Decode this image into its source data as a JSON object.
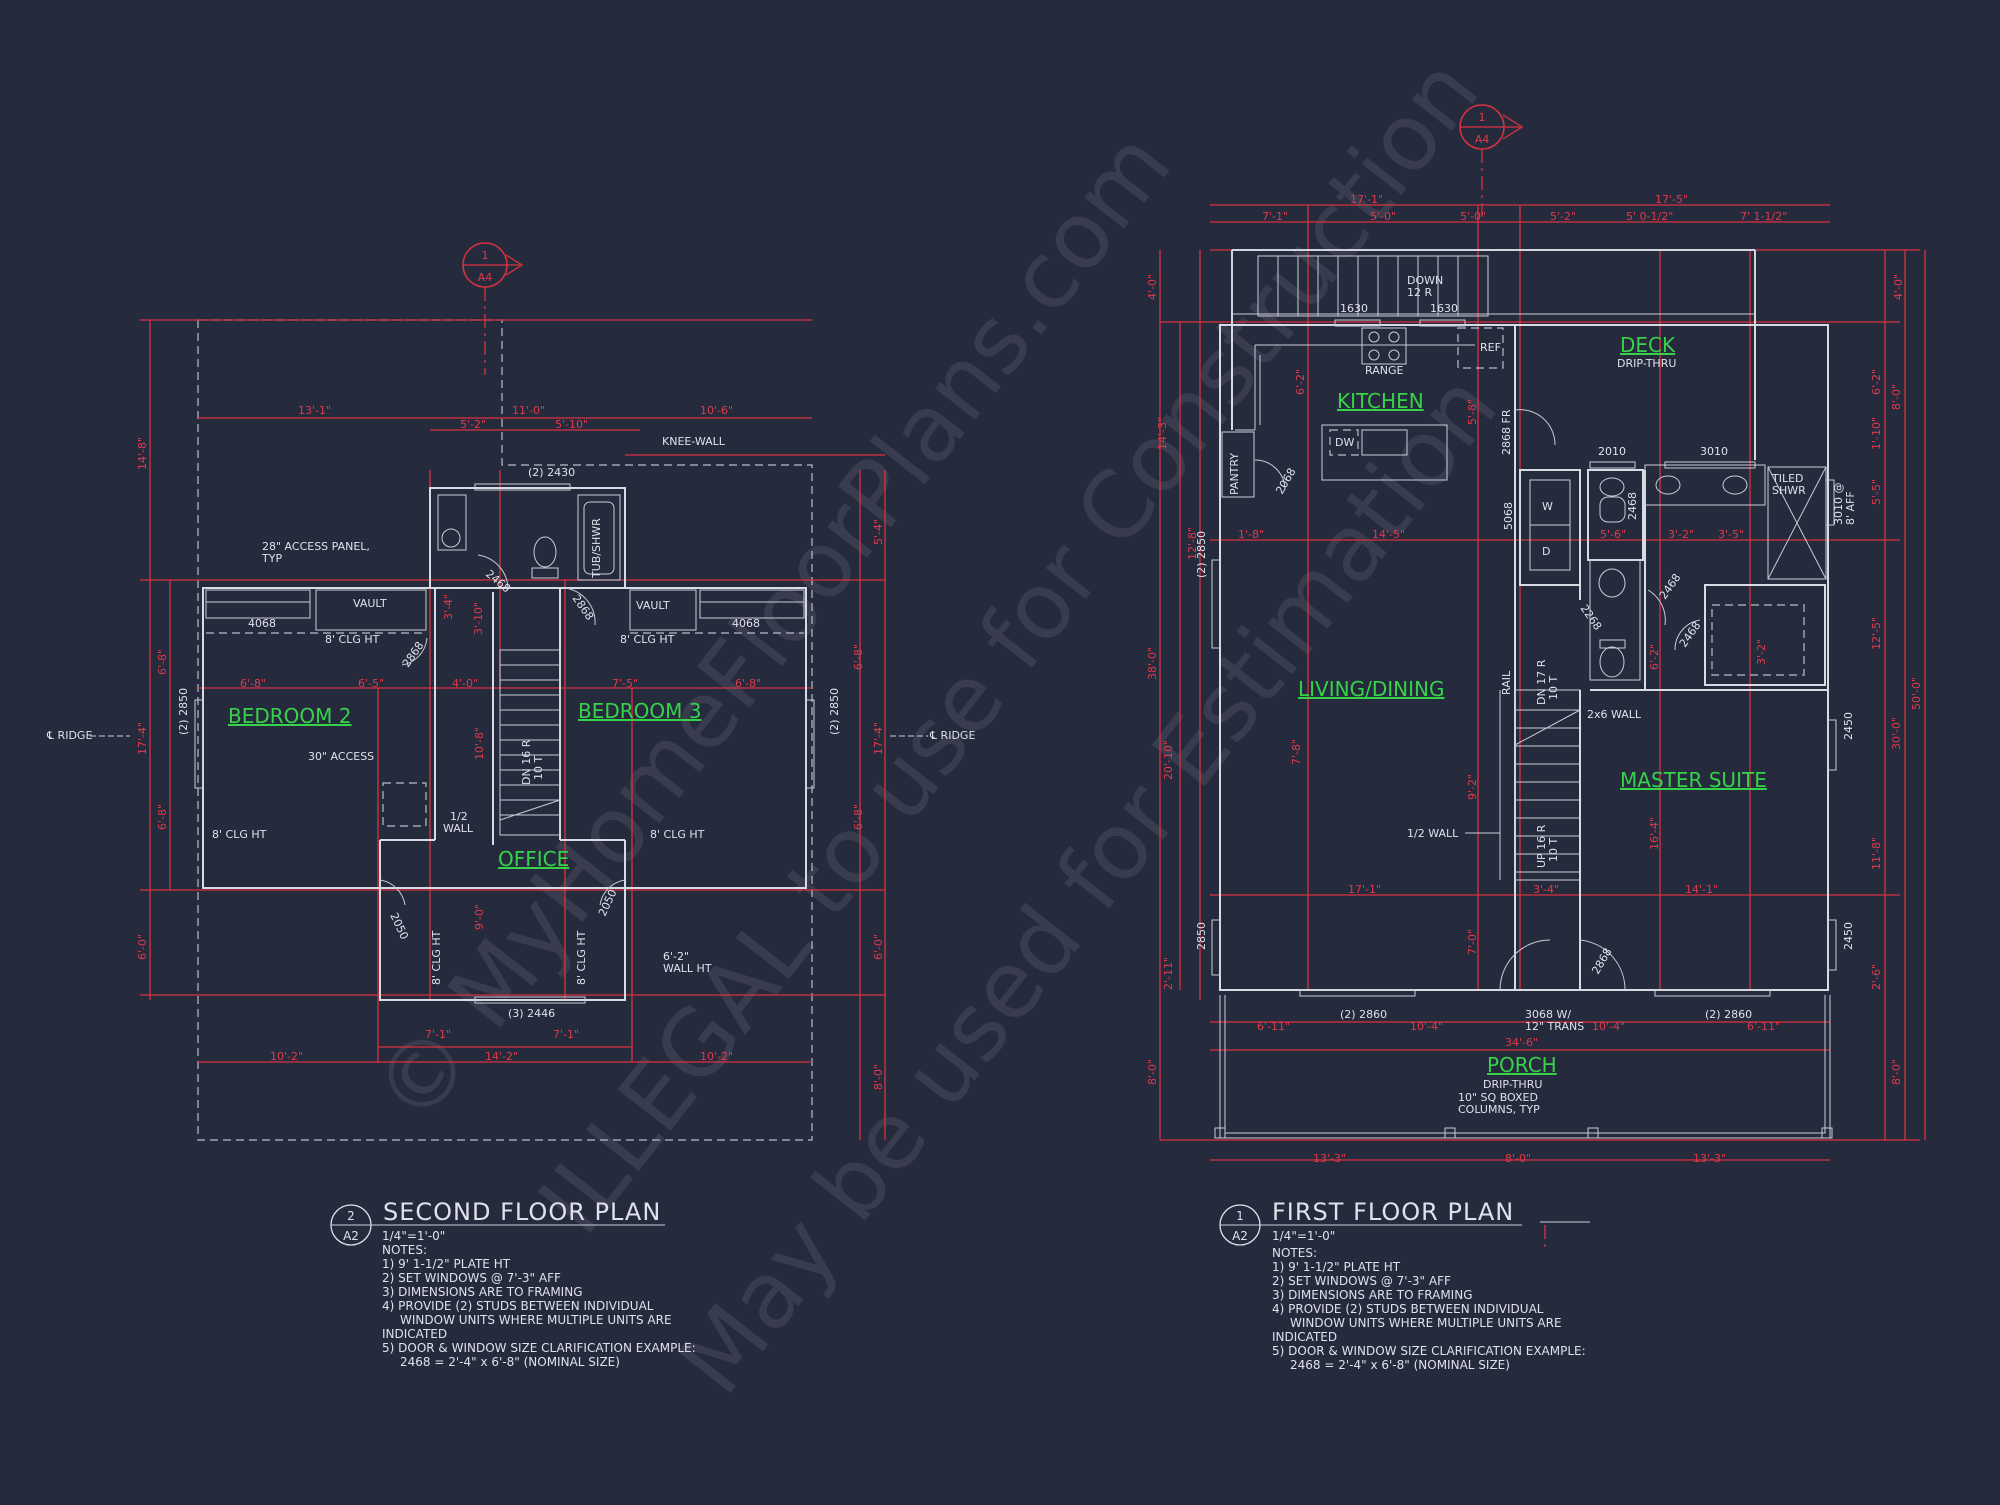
{
  "watermark": {
    "line1": "© MyHomeFloorPlans.com",
    "line2": "ILLEGAL to use for Construction",
    "line3": "May be used for Estimation"
  },
  "second_floor": {
    "title": "SECOND FLOOR PLAN",
    "tag_num": "2",
    "tag_sheet": "A2",
    "section_num": "1",
    "section_sheet": "A4",
    "scale": "1/4\"=1'-0\"",
    "rooms": {
      "bedroom2": "BEDROOM 2",
      "bedroom3": "BEDROOM 3",
      "office": "OFFICE"
    },
    "labels": {
      "access_panel_1": "28\" ACCESS PANEL,",
      "access_panel_2": "TYP",
      "knee_wall": "KNEE-WALL",
      "window_top": "(2) 2430",
      "tub": "TUB/SHWR",
      "vault_l": "VAULT",
      "vault_r": "VAULT",
      "clg_l": "8' CLG HT",
      "clg_r": "8' CLG HT",
      "door_l": "4068",
      "door_r": "4068",
      "door_2868_l": "2868",
      "door_2868_r": "2868",
      "door_2468": "2468",
      "window_l": "(2) 2850",
      "window_r": "(2) 2850",
      "ridge_l": "℄ RIDGE",
      "ridge_r": "℄ RIDGE",
      "access_30": "30\" ACCESS",
      "clg_bl": "8' CLG HT",
      "clg_br": "8' CLG HT",
      "half_wall_1": "1/2",
      "half_wall_2": "WALL",
      "stair": "DN 16 R",
      "stair2": "10 T",
      "door_2050_l": "2050",
      "door_2050_r": "2050",
      "clg_office_l": "8' CLG HT",
      "clg_office_r": "8' CLG HT",
      "wall_ht_1": "6'-2\"",
      "wall_ht_2": "WALL HT",
      "window_bottom": "(3) 2446"
    },
    "dims": {
      "top_overall": "13'-1\"",
      "top_mid": "11'-0\"",
      "top_right": "10'-6\"",
      "top_a": "5'-2\"",
      "top_b": "5'-10\"",
      "row2_a": "6'-8\"",
      "row2_b": "6'-5\"",
      "row2_c": "4'-0\"",
      "row2_d": "7'-5\"",
      "row2_e": "6'-8\"",
      "bot_a": "7'-1\"",
      "bot_b": "7'-1\"",
      "bot_l": "10'-2\"",
      "bot_mid": "14'-2\"",
      "bot_r": "10'-2\"",
      "left_a": "14'-8\"",
      "left_b": "6'-8\"",
      "left_c": "17'-4\"",
      "left_d": "6'-8\"",
      "left_e": "6'-0\"",
      "right_a": "5'-4\"",
      "right_b": "6'-8\"",
      "right_c": "17'-4\"",
      "right_d": "6'-8\"",
      "right_e": "6'-0\"",
      "right_f": "8'-0\"",
      "in_a": "3'-4\"",
      "in_b": "3'-10\"",
      "in_c": "10'-8\"",
      "in_d": "9'-0\""
    },
    "notes": [
      "NOTES:",
      "1) 9' 1-1/2\" PLATE HT",
      "2) SET WINDOWS @ 7'-3\" AFF",
      "3) DIMENSIONS ARE TO FRAMING",
      "4) PROVIDE (2) STUDS BETWEEN INDIVIDUAL",
      "    WINDOW UNITS WHERE MULTIPLE UNITS ARE",
      "INDICATED",
      "5) DOOR & WINDOW SIZE CLARIFICATION EXAMPLE:",
      "    2468 = 2'-4\" x 6'-8\" (NOMINAL SIZE)"
    ]
  },
  "first_floor": {
    "title": "FIRST FLOOR PLAN",
    "tag_num": "1",
    "tag_sheet": "A2",
    "section_num": "1",
    "section_sheet": "A4",
    "scale": "1/4\"=1'-0\"",
    "rooms": {
      "kitchen": "KITCHEN",
      "deck": "DECK",
      "living": "LIVING/DINING",
      "master": "MASTER SUITE",
      "porch": "PORCH"
    },
    "labels": {
      "down": "DOWN",
      "down_r": "12 R",
      "win_1630_a": "1630",
      "win_1630_b": "1630",
      "range": "RANGE",
      "ref": "REF",
      "deck_drip": "DRIP-THRU",
      "pantry": "PANTRY",
      "dw": "DW",
      "door_2068": "2068",
      "door_2868fr": "2868 FR",
      "win_2010": "2010",
      "win_3010": "3010",
      "tiled_1": "TILED",
      "tiled_2": "SHWR",
      "win_3010_side": "3010 @",
      "win_3010_side2": "8' AFF",
      "washer": "W",
      "dryer": "D",
      "door_5068": "5068",
      "door_2468_a": "2468",
      "door_2468_b": "2468",
      "door_2468_c": "2468",
      "door_2268": "2268",
      "win_2850_l": "(2) 2850",
      "rail": "RAIL",
      "dn_17": "DN 17 R",
      "dn_17t": "10 T",
      "wall_2x6": "2x6 WALL",
      "win_2450_a": "2450",
      "win_2450_b": "2450",
      "half_wall": "1/2 WALL",
      "up_16": "UP 16 R",
      "up_16t": "10 T",
      "win_2850_b": "2850",
      "door_2868": "2868",
      "win_2860_l": "(2) 2860",
      "win_2860_r": "(2) 2860",
      "entry_1": "3068 W/",
      "entry_2": "12\" TRANS",
      "porch_drip": "DRIP-THRU",
      "columns_1": "10\" SQ BOXED",
      "columns_2": "COLUMNS, TYP"
    },
    "dims": {
      "top_l": "17'-1\"",
      "top_r": "17'-5\"",
      "t_a": "7'-1\"",
      "t_b": "5'-0\"",
      "t_c": "5'-0\"",
      "t_d": "5'-2\"",
      "t_e": "5' 0-1/2\"",
      "t_f": "7' 1-1/2\"",
      "k_a": "6'-2\"",
      "k_b": "5'-8\"",
      "k_c": "14'-5\"",
      "k_d": "1'-8\"",
      "m_a": "3'-2\"",
      "m_b": "3'-5\"",
      "m_c": "5'-6\"",
      "l_a": "17'-1\"",
      "l_b": "3'-4\"",
      "l_c": "14'-1\"",
      "p_a": "6'-11\"",
      "p_b": "10'-4\"",
      "p_c": "10'-4\"",
      "p_d": "6'-11\"",
      "p_mid": "34'-6\"",
      "b_a": "13'-3\"",
      "b_b": "8'-0\"",
      "b_c": "13'-3\"",
      "left_a": "4'-0\"",
      "left_b": "14'-3\"",
      "left_c": "38'-0\"",
      "left_d": "20'-10\"",
      "left_e": "2'-11\"",
      "left_f": "8'-0\"",
      "left_g": "12'-8\"",
      "right_a": "4'-0\"",
      "right_b": "6'-2\"",
      "right_c": "8'-0\"",
      "right_d": "1'-10\"",
      "right_e": "5'-5\"",
      "right_f": "12'-5\"",
      "right_g": "30'-0\"",
      "right_h": "50'-0\"",
      "right_i": "11'-8\"",
      "right_j": "2'-6\"",
      "right_k": "8'-0\"",
      "i_a": "7'-8\"",
      "i_b": "9'-2\"",
      "i_c": "7'-0\"",
      "i_d": "16'-4\"",
      "i_e": "3'-2\"",
      "i_f": "6'-2\""
    },
    "notes": [
      "NOTES:",
      "1) 9' 1-1/2\" PLATE HT",
      "2) SET WINDOWS @ 7'-3\" AFF",
      "3) DIMENSIONS ARE TO FRAMING",
      "4) PROVIDE (2) STUDS BETWEEN INDIVIDUAL",
      "    WINDOW UNITS WHERE MULTIPLE UNITS ARE",
      "INDICATED",
      "5) DOOR & WINDOW SIZE CLARIFICATION EXAMPLE:",
      "    2468 = 2'-4\" x 6'-8\" (NOMINAL SIZE)"
    ]
  },
  "colors": {
    "background": "#262a3d",
    "walls": "#d8dbe4",
    "dimensions": "#d8323f",
    "room_labels": "#36d24a"
  }
}
